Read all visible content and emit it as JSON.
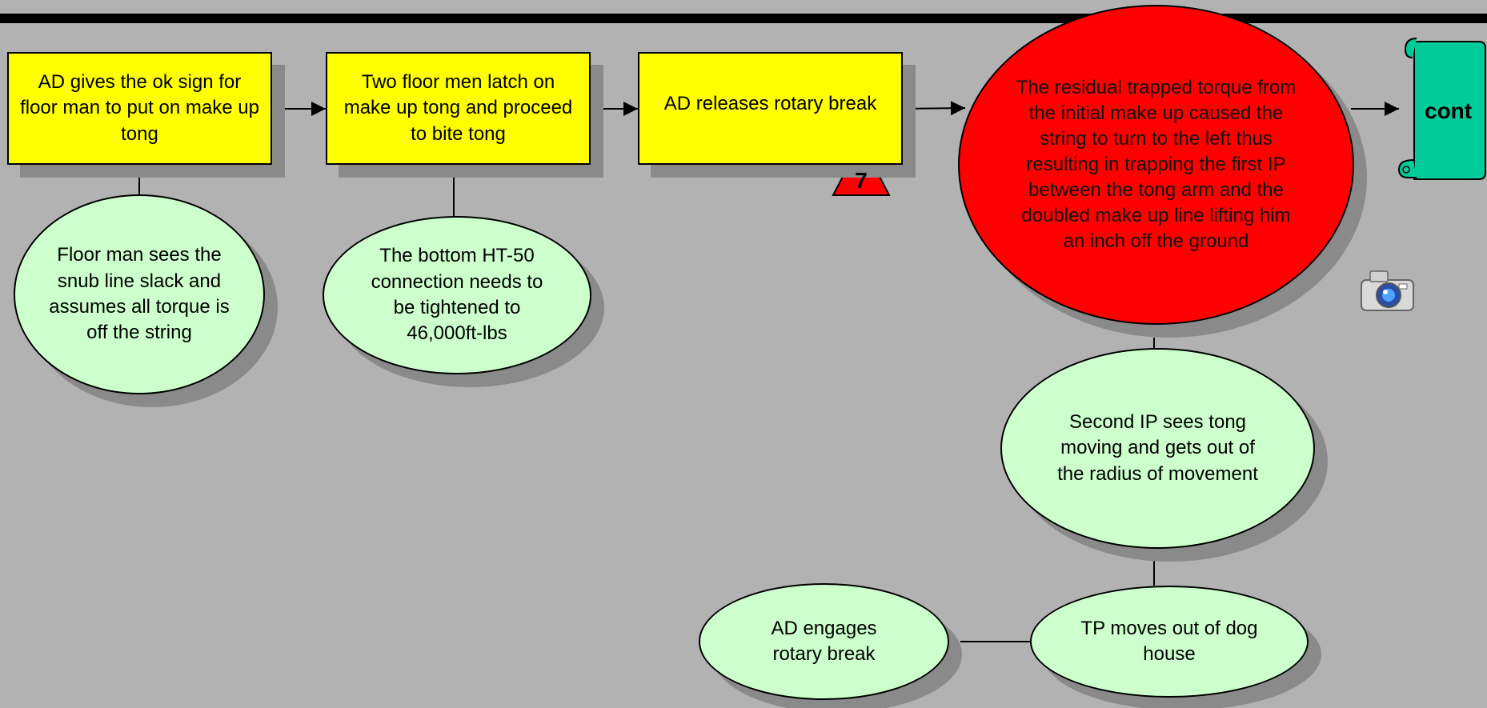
{
  "diagram": {
    "boxes": [
      {
        "id": "step-1",
        "text": "AD gives the ok sign for floor man to put on make up tong"
      },
      {
        "id": "step-2",
        "text": "Two floor men latch on make up tong and proceed to bite tong"
      },
      {
        "id": "step-3",
        "text": "AD releases rotary break"
      }
    ],
    "event": {
      "text": "The residual trapped torque from the initial make up caused the string to turn to the left thus resulting in trapping the first IP between the tong arm and the doubled make up line lifting him an inch off the ground"
    },
    "continuation": {
      "text": "cont"
    },
    "badge": {
      "text": "7"
    },
    "conditions": [
      {
        "id": "cond-1",
        "text": "Floor man sees the snub line slack and assumes all torque is off the string"
      },
      {
        "id": "cond-2",
        "text": "The bottom HT-50 connection needs to be tightened to 46,000ft-lbs"
      },
      {
        "id": "cond-3",
        "text": "Second IP sees tong moving and gets out of the radius of movement"
      },
      {
        "id": "cond-4",
        "text": "TP moves out of dog house"
      },
      {
        "id": "cond-5",
        "text": "AD engages rotary break"
      }
    ],
    "colors": {
      "background": "#b2b2b2",
      "action_box": "#ffff00",
      "condition": "#ccffcc",
      "event": "#ff0000",
      "continuation": "#00cc99",
      "shadow": "#8a8a8a"
    },
    "icons": {
      "camera": "camera-icon",
      "scroll": "scroll-icon",
      "warning": "warning-triangle-icon"
    }
  }
}
